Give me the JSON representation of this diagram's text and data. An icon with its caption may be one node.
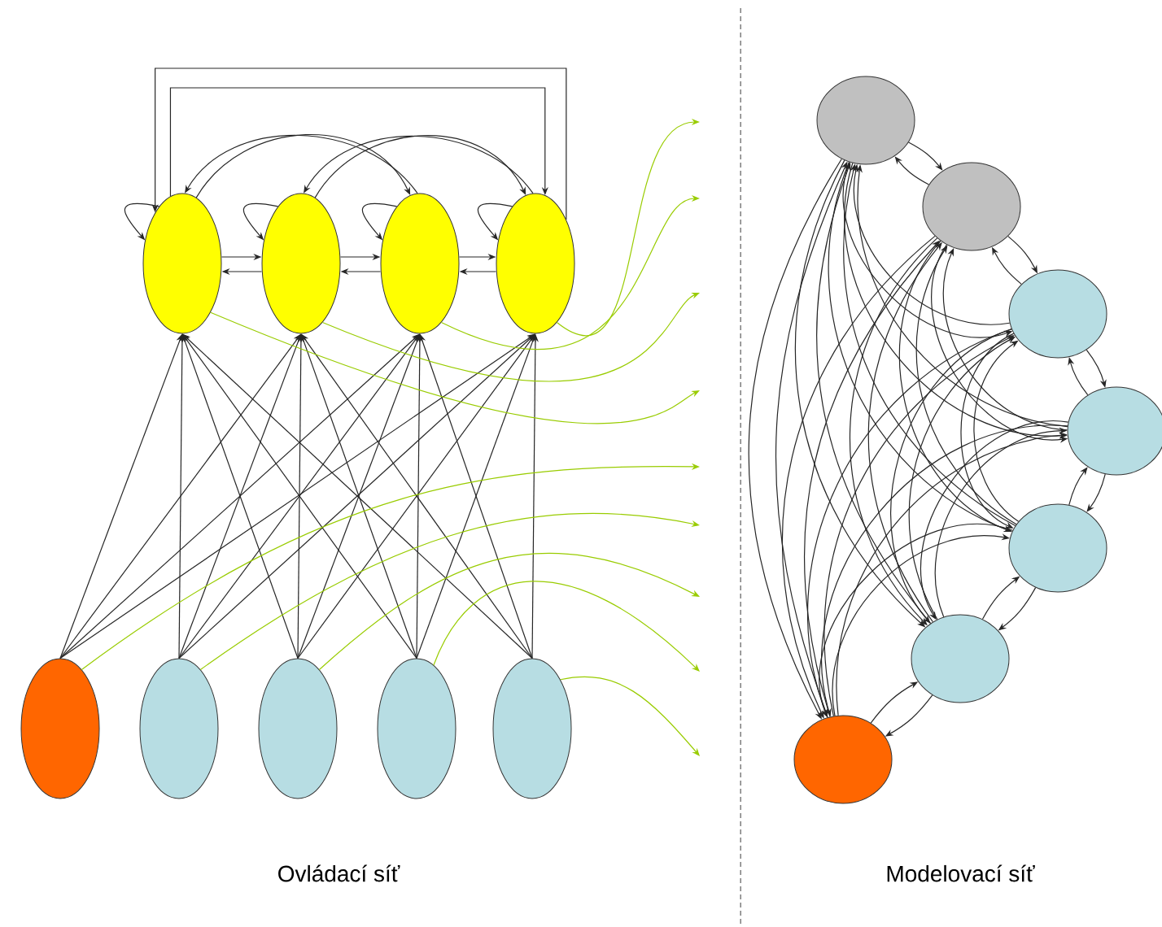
{
  "diagram": {
    "nodes": [
      {
        "text": [],
        "shape": "ellipse"
      },
      {
        "text": [],
        "shape": "ellipse"
      },
      {
        "text": [],
        "shape": "ellipse"
      },
      {
        "text": [],
        "shape": "ellipse"
      },
      {
        "text": [],
        "shape": "ellipse"
      },
      {
        "text": [],
        "shape": "ellipse"
      },
      {
        "text": [],
        "shape": "ellipse"
      },
      {
        "text": [],
        "shape": "ellipse"
      },
      {
        "text": [],
        "shape": "ellipse"
      },
      {
        "text": [],
        "shape": "ellipse"
      },
      {
        "text": [],
        "shape": "ellipse"
      },
      {
        "text": [],
        "shape": "ellipse"
      },
      {
        "text": [],
        "shape": "ellipse"
      },
      {
        "text": [],
        "shape": "ellipse"
      },
      {
        "text": [],
        "shape": "ellipse"
      },
      {
        "text": [],
        "shape": "ellipse"
      }
    ],
    "edges": [
      {
        "from": 4,
        "to": 0,
        "arrow": "to"
      },
      {
        "from": 4,
        "to": 1,
        "arrow": "to"
      },
      {
        "from": 4,
        "to": 2,
        "arrow": "to"
      },
      {
        "from": 4,
        "to": 3,
        "arrow": "to"
      },
      {
        "from": 5,
        "to": 0,
        "arrow": "to"
      },
      {
        "from": 5,
        "to": 1,
        "arrow": "to"
      },
      {
        "from": 5,
        "to": 2,
        "arrow": "to"
      },
      {
        "from": 5,
        "to": 3,
        "arrow": "to"
      },
      {
        "from": 6,
        "to": 0,
        "arrow": "to"
      },
      {
        "from": 6,
        "to": 1,
        "arrow": "to"
      },
      {
        "from": 6,
        "to": 2,
        "arrow": "to"
      },
      {
        "from": 6,
        "to": 3,
        "arrow": "to"
      },
      {
        "from": 7,
        "to": 0,
        "arrow": "to"
      },
      {
        "from": 7,
        "to": 1,
        "arrow": "to"
      },
      {
        "from": 7,
        "to": 2,
        "arrow": "to"
      },
      {
        "from": 7,
        "to": 3,
        "arrow": "to"
      },
      {
        "from": 8,
        "to": 0,
        "arrow": "to"
      },
      {
        "from": 8,
        "to": 1,
        "arrow": "to"
      },
      {
        "from": 8,
        "to": 2,
        "arrow": "to"
      },
      {
        "from": 8,
        "to": 3,
        "arrow": "to"
      },
      {
        "from": 0,
        "to": 0,
        "arrow": "to"
      },
      {
        "from": 1,
        "to": 1,
        "arrow": "to"
      },
      {
        "from": 2,
        "to": 2,
        "arrow": "to"
      },
      {
        "from": 3,
        "to": 3,
        "arrow": "to"
      },
      {
        "from": 0,
        "to": 1,
        "arrow": "to"
      },
      {
        "from": 1,
        "to": 0,
        "arrow": "to"
      },
      {
        "from": 1,
        "to": 2,
        "arrow": "to"
      },
      {
        "from": 2,
        "to": 1,
        "arrow": "to"
      },
      {
        "from": 2,
        "to": 3,
        "arrow": "to"
      },
      {
        "from": 3,
        "to": 2,
        "arrow": "to"
      },
      {
        "from": 0,
        "to": 2,
        "arrow": "to"
      },
      {
        "from": 2,
        "to": 0,
        "arrow": "to"
      },
      {
        "from": 1,
        "to": 3,
        "arrow": "to"
      },
      {
        "from": 3,
        "to": 1,
        "arrow": "to"
      },
      {
        "from": 3,
        "to": 0,
        "arrow": "to"
      },
      {
        "from": 0,
        "to": 3,
        "arrow": "to"
      },
      {
        "from": 3,
        "to": null,
        "arrow": "to",
        "color": "#99cc00"
      },
      {
        "from": 2,
        "to": null,
        "arrow": "to",
        "color": "#99cc00"
      },
      {
        "from": 1,
        "to": null,
        "arrow": "to",
        "color": "#99cc00"
      },
      {
        "from": 0,
        "to": null,
        "arrow": "to",
        "color": "#99cc00"
      },
      {
        "from": 4,
        "to": null,
        "arrow": "to",
        "color": "#99cc00"
      },
      {
        "from": 5,
        "to": null,
        "arrow": "to",
        "color": "#99cc00"
      },
      {
        "from": 6,
        "to": null,
        "arrow": "to",
        "color": "#99cc00"
      },
      {
        "from": 7,
        "to": null,
        "arrow": "to",
        "color": "#99cc00"
      },
      {
        "from": 8,
        "to": null,
        "arrow": "to",
        "color": "#99cc00"
      },
      {
        "from": 9,
        "to": 10,
        "arrow": "to"
      },
      {
        "from": 9,
        "to": 11,
        "arrow": "to"
      },
      {
        "from": 9,
        "to": 12,
        "arrow": "to"
      },
      {
        "from": 9,
        "to": 13,
        "arrow": "to"
      },
      {
        "from": 9,
        "to": 14,
        "arrow": "to"
      },
      {
        "from": 9,
        "to": 15,
        "arrow": "to"
      },
      {
        "from": 10,
        "to": 9,
        "arrow": "to"
      },
      {
        "from": 10,
        "to": 11,
        "arrow": "to"
      },
      {
        "from": 10,
        "to": 12,
        "arrow": "to"
      },
      {
        "from": 10,
        "to": 13,
        "arrow": "to"
      },
      {
        "from": 10,
        "to": 14,
        "arrow": "to"
      },
      {
        "from": 10,
        "to": 15,
        "arrow": "to"
      },
      {
        "from": 11,
        "to": 9,
        "arrow": "to"
      },
      {
        "from": 11,
        "to": 10,
        "arrow": "to"
      },
      {
        "from": 11,
        "to": 12,
        "arrow": "to"
      },
      {
        "from": 11,
        "to": 13,
        "arrow": "to"
      },
      {
        "from": 11,
        "to": 14,
        "arrow": "to"
      },
      {
        "from": 11,
        "to": 15,
        "arrow": "to"
      },
      {
        "from": 12,
        "to": 9,
        "arrow": "to"
      },
      {
        "from": 12,
        "to": 10,
        "arrow": "to"
      },
      {
        "from": 12,
        "to": 11,
        "arrow": "to"
      },
      {
        "from": 12,
        "to": 13,
        "arrow": "to"
      },
      {
        "from": 12,
        "to": 14,
        "arrow": "to"
      },
      {
        "from": 12,
        "to": 15,
        "arrow": "to"
      },
      {
        "from": 13,
        "to": 9,
        "arrow": "to"
      },
      {
        "from": 13,
        "to": 10,
        "arrow": "to"
      },
      {
        "from": 13,
        "to": 11,
        "arrow": "to"
      },
      {
        "from": 13,
        "to": 12,
        "arrow": "to"
      },
      {
        "from": 13,
        "to": 14,
        "arrow": "to"
      },
      {
        "from": 13,
        "to": 15,
        "arrow": "to"
      },
      {
        "from": 14,
        "to": 9,
        "arrow": "to"
      },
      {
        "from": 14,
        "to": 10,
        "arrow": "to"
      },
      {
        "from": 14,
        "to": 11,
        "arrow": "to"
      },
      {
        "from": 14,
        "to": 12,
        "arrow": "to"
      },
      {
        "from": 14,
        "to": 13,
        "arrow": "to"
      },
      {
        "from": 14,
        "to": 15,
        "arrow": "to"
      },
      {
        "from": 15,
        "to": 9,
        "arrow": "to"
      },
      {
        "from": 15,
        "to": 10,
        "arrow": "to"
      },
      {
        "from": 15,
        "to": 11,
        "arrow": "to"
      },
      {
        "from": 15,
        "to": 12,
        "arrow": "to"
      },
      {
        "from": 15,
        "to": 13,
        "arrow": "to"
      },
      {
        "from": 15,
        "to": 14,
        "arrow": "to"
      }
    ],
    "labels": [
      "Ovládací síť",
      "Modelovací síť"
    ]
  }
}
